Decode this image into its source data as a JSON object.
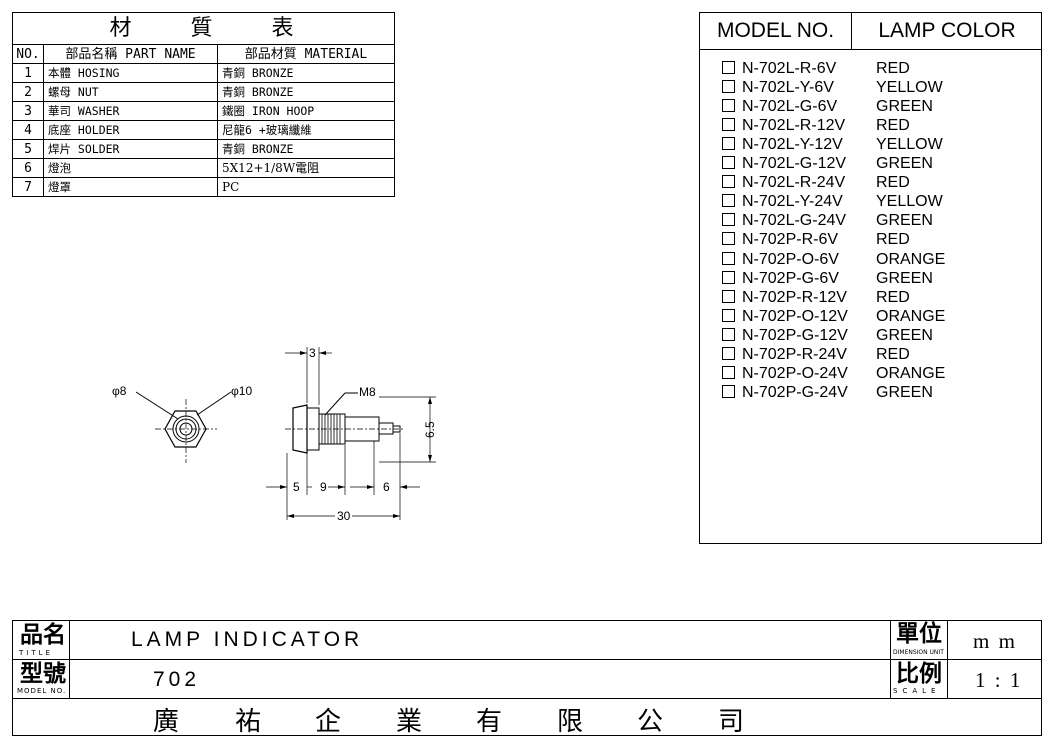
{
  "materials": {
    "title": "材 質 表",
    "headers": [
      "NO.",
      "部品名稱 PART NAME",
      "部品材質 MATERIAL"
    ],
    "rows": [
      {
        "no": "1",
        "part": "本體 HOSING",
        "material": "青銅 BRONZE"
      },
      {
        "no": "2",
        "part": "螺母 NUT",
        "material": "青銅 BRONZE"
      },
      {
        "no": "3",
        "part": "華司 WASHER",
        "material": "鐵圈 IRON HOOP"
      },
      {
        "no": "4",
        "part": "底座 HOLDER",
        "material": "尼龍6 +玻璃纖維"
      },
      {
        "no": "5",
        "part": "焊片 SOLDER",
        "material": "青銅 BRONZE"
      },
      {
        "no": "6",
        "part": "燈泡",
        "material": "5X12+1/8W電阻"
      },
      {
        "no": "7",
        "part": "燈罩",
        "material": "PC"
      }
    ]
  },
  "models": {
    "header_model": "MODEL NO.",
    "header_color": "LAMP COLOR",
    "rows": [
      {
        "model": "N-702L-R-6V",
        "color": "RED"
      },
      {
        "model": "N-702L-Y-6V",
        "color": "YELLOW"
      },
      {
        "model": "N-702L-G-6V",
        "color": "GREEN"
      },
      {
        "model": "N-702L-R-12V",
        "color": "RED"
      },
      {
        "model": "N-702L-Y-12V",
        "color": "YELLOW"
      },
      {
        "model": "N-702L-G-12V",
        "color": "GREEN"
      },
      {
        "model": "N-702L-R-24V",
        "color": "RED"
      },
      {
        "model": "N-702L-Y-24V",
        "color": "YELLOW"
      },
      {
        "model": "N-702L-G-24V",
        "color": "GREEN"
      },
      {
        "model": "N-702P-R-6V",
        "color": "RED"
      },
      {
        "model": "N-702P-O-6V",
        "color": "ORANGE"
      },
      {
        "model": "N-702P-G-6V",
        "color": "GREEN"
      },
      {
        "model": "N-702P-R-12V",
        "color": "RED"
      },
      {
        "model": "N-702P-O-12V",
        "color": "ORANGE"
      },
      {
        "model": "N-702P-G-12V",
        "color": "GREEN"
      },
      {
        "model": "N-702P-R-24V",
        "color": "RED"
      },
      {
        "model": "N-702P-O-24V",
        "color": "ORANGE"
      },
      {
        "model": "N-702P-G-24V",
        "color": "GREEN"
      }
    ]
  },
  "drawing": {
    "dims": {
      "phi8": "φ8",
      "phi10": "φ10",
      "d3": "3",
      "m8": "M8",
      "d65": "6.5",
      "d5": "5",
      "d9": "9",
      "d6": "6",
      "d30": "30"
    }
  },
  "title_block": {
    "title_label": "品名",
    "title_sub": "TITLE",
    "title_value": "LAMP INDICATOR",
    "model_label": "型號",
    "model_sub": "MODEL NO.",
    "model_value": "702",
    "unit_label": "單位",
    "unit_sub": "DIMENSION UNIT",
    "unit_value": "m m",
    "scale_label": "比例",
    "scale_sub": "SCALE",
    "scale_value": "1 : 1",
    "company": [
      "廣",
      "祐",
      "企",
      "業",
      "有",
      "限",
      "公",
      "司"
    ]
  }
}
